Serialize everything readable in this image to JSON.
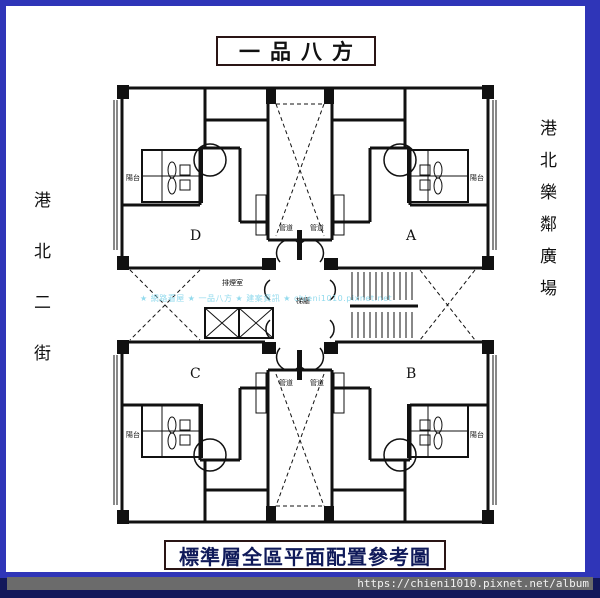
{
  "header": {
    "title": "一品八方"
  },
  "caption": {
    "text": "標準層全區平面配置參考圖"
  },
  "streets": {
    "left": {
      "chars": [
        "港",
        "北",
        "二",
        "街"
      ],
      "name": "港北二街"
    },
    "right": {
      "chars": [
        "港",
        "北",
        "樂",
        "鄰",
        "廣",
        "場"
      ],
      "name": "港北樂鄰廣場"
    }
  },
  "units": [
    {
      "id": "D",
      "label": "D"
    },
    {
      "id": "A",
      "label": "A"
    },
    {
      "id": "C",
      "label": "C"
    },
    {
      "id": "B",
      "label": "B"
    }
  ],
  "rooms": {
    "smoke_room": "排煙室",
    "lobby": "梯廳",
    "balcony": "陽台",
    "shaft": "管道"
  },
  "watermark": "★ 網路看屋 ★ 一品八方 ★ 建案資訊 ★ chieni1010.pixnet.net",
  "footer": {
    "url": "https://chieni1010.pixnet.net/album"
  },
  "colors": {
    "frame": "#2f35b8",
    "bottom_bar": "#13185a",
    "url_bar": "#6b6b6b",
    "caption_text": "#101a5a",
    "watermark": "#7fd4ea"
  }
}
